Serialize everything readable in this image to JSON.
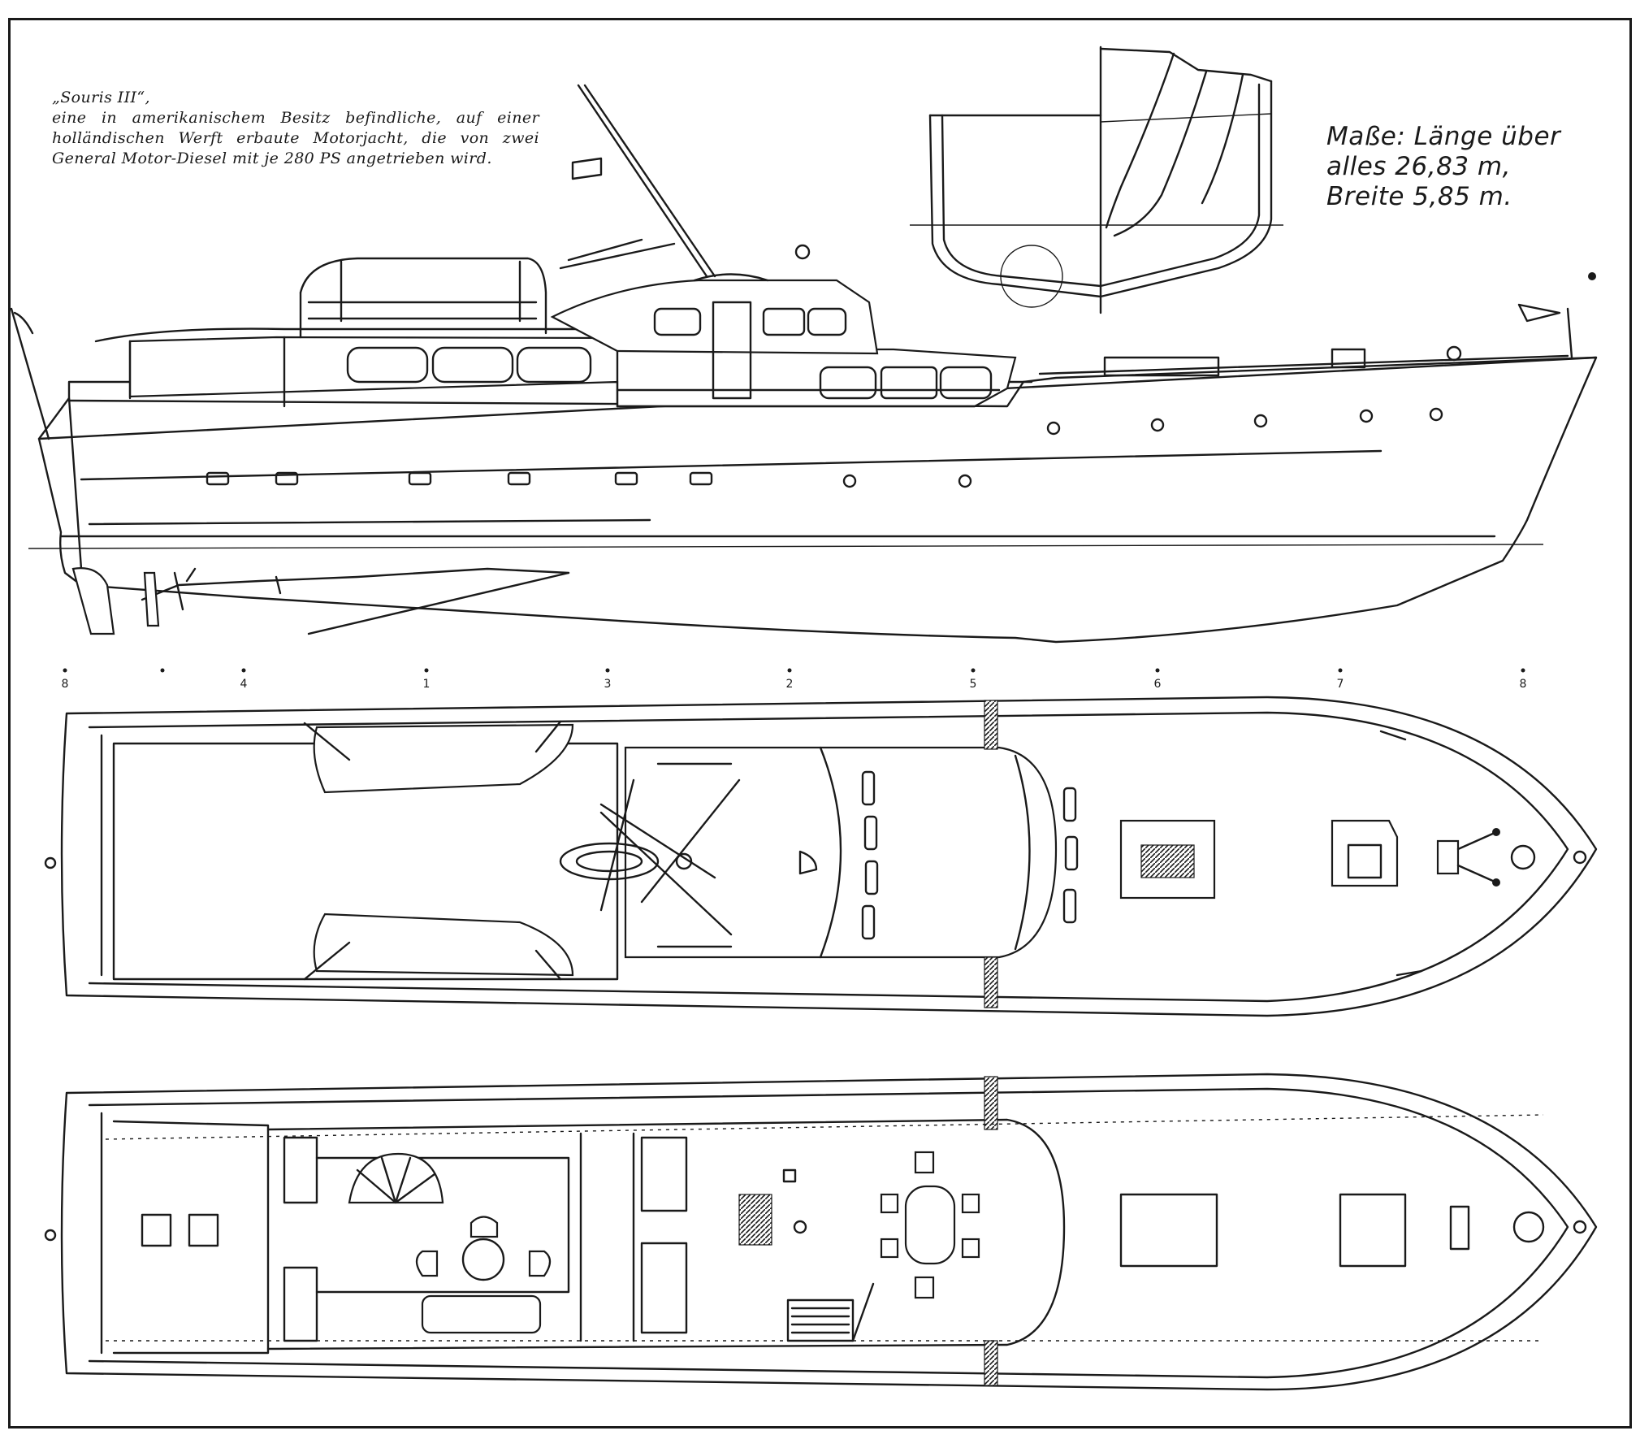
{
  "caption": {
    "title": "„Souris III“,",
    "body": "eine in amerikanischem Besitz befindliche, auf einer holländischen Werft erbaute Motorjacht, die von zwei General Motor-Diesel mit je 280 PS angetrieben wird."
  },
  "dimensions": {
    "line1": "Maße: Länge über",
    "line2": "alles 26,83 m,",
    "line3": "Breite 5,85 m."
  },
  "stations": [
    "8",
    "4",
    "1",
    "3",
    "2",
    "5",
    "6",
    "7",
    "8"
  ]
}
